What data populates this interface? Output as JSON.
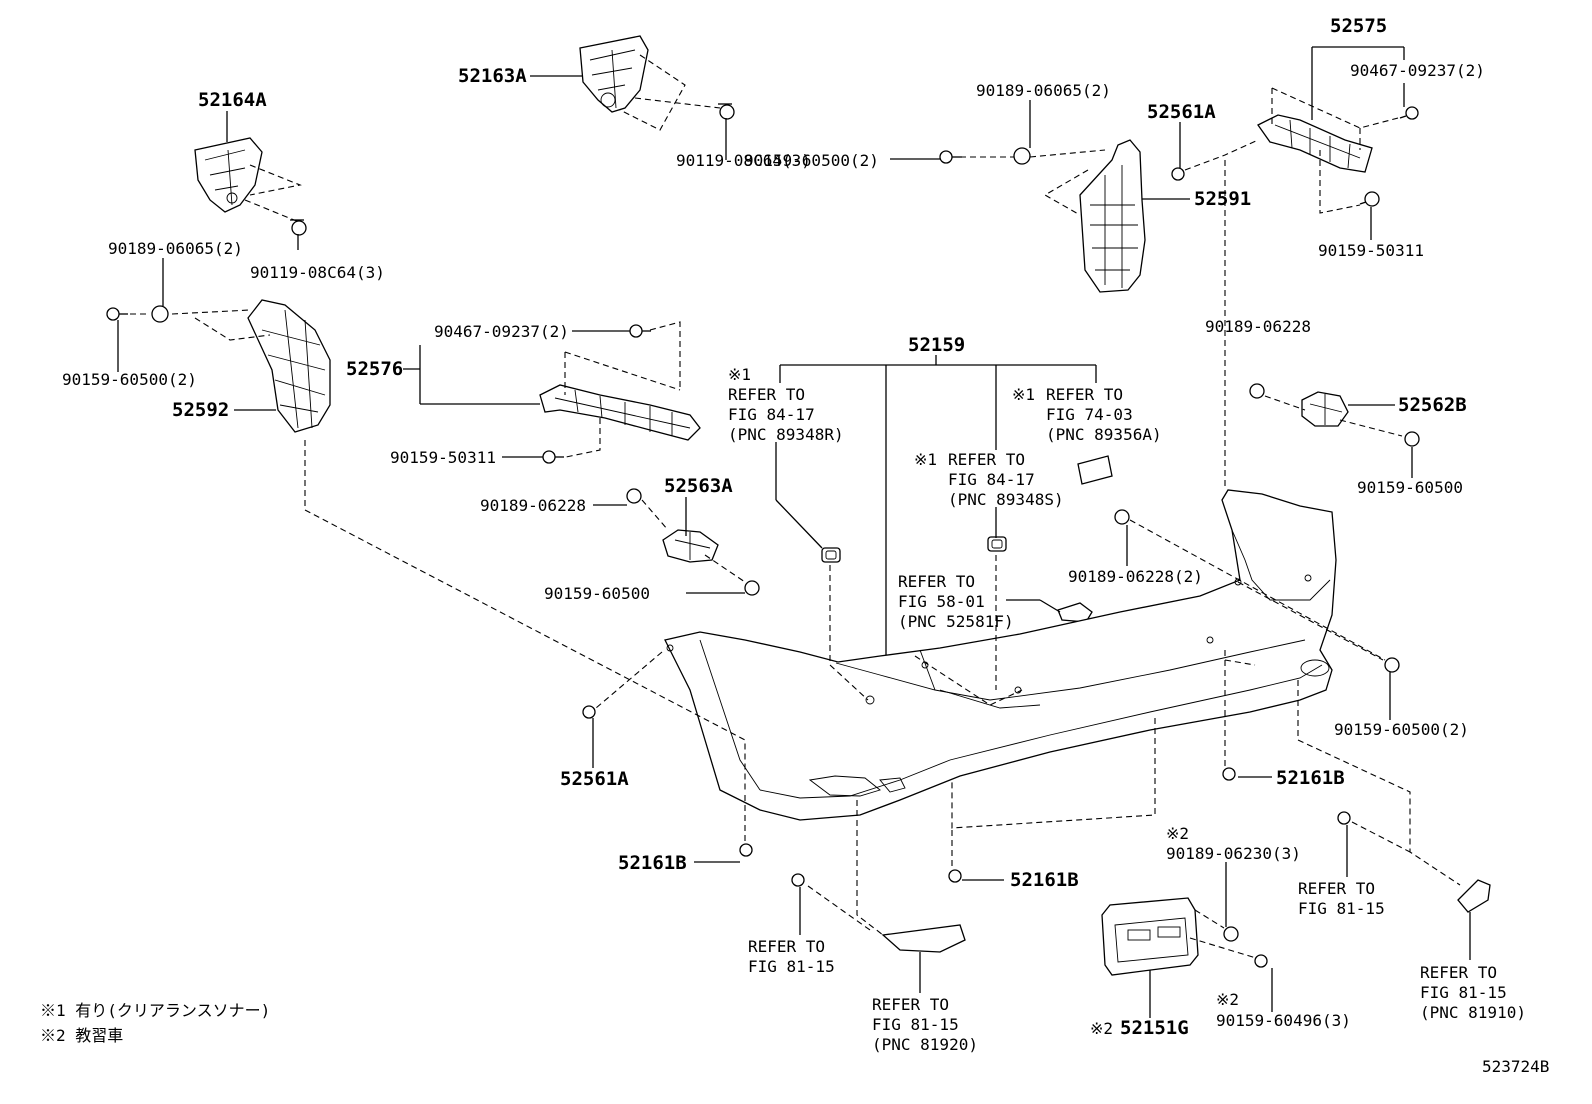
{
  "diagram_id": "523724B",
  "parts": {
    "p52164A": "52164A",
    "p52163A": "52163A",
    "p52575": "52575",
    "p52561A_top": "52561A",
    "p52591": "52591",
    "p52576": "52576",
    "p52592": "52592",
    "p52159": "52159",
    "p52563A": "52563A",
    "p52562B": "52562B",
    "p52561A_bot": "52561A",
    "p52161B_l": "52161B",
    "p52161B_c": "52161B",
    "p52161B_r": "52161B",
    "p52151G": "52151G"
  },
  "fasteners": {
    "f_90119_a": "90119-08C64(3)",
    "f_90119_b": "90119-08C64(3)",
    "f_90189_06065_a": "90189-06065(2)",
    "f_90189_06065_b": "90189-06065(2)",
    "f_90159_60500_2a": "90159-60500(2)",
    "f_90159_60500_2b": "90159-60500(2)",
    "f_90159_60500_2c": "90159-60500(2)",
    "f_90467_a": "90467-09237(2)",
    "f_90467_b": "90467-09237(2)",
    "f_90159_50311_a": "90159-50311",
    "f_90159_50311_b": "90159-50311",
    "f_90189_06228_a": "90189-06228",
    "f_90189_06228_b": "90189-06228",
    "f_90189_06228_c": "90189-06228(2)",
    "f_90159_60500_a": "90159-60500",
    "f_90159_60500_b": "90159-60500",
    "f_90189_06230": "90189-06230(3)",
    "f_90159_60496": "90159-60496(3)"
  },
  "refs": {
    "r1": {
      "mark": "※1",
      "line1": "REFER TO",
      "line2": "FIG 84-17",
      "line3": "(PNC 89348R)"
    },
    "r2": {
      "mark": "※1",
      "line1": "REFER TO",
      "line2": "FIG 84-17",
      "line3": "(PNC 89348S)"
    },
    "r3": {
      "mark": "※1",
      "line1": "REFER TO",
      "line2": "FIG 74-03",
      "line3": "(PNC 89356A)"
    },
    "r4": {
      "line1": "REFER TO",
      "line2": "FIG 58-01",
      "line3": "(PNC 52581F)"
    },
    "r5": {
      "line1": "REFER TO",
      "line2": "FIG 81-15"
    },
    "r6": {
      "line1": "REFER TO",
      "line2": "FIG 81-15",
      "line3": "(PNC 81920)"
    },
    "r7": {
      "line1": "REFER TO",
      "line2": "FIG 81-15"
    },
    "r8": {
      "line1": "REFER TO",
      "line2": "FIG 81-15",
      "line3": "(PNC 81910)"
    }
  },
  "marks": {
    "m2a": "※2",
    "m2b": "※2",
    "m2c": "※2"
  },
  "footnotes": {
    "n1": "※1  有り(クリアランスソナー)",
    "n2": "※2  教習車"
  }
}
